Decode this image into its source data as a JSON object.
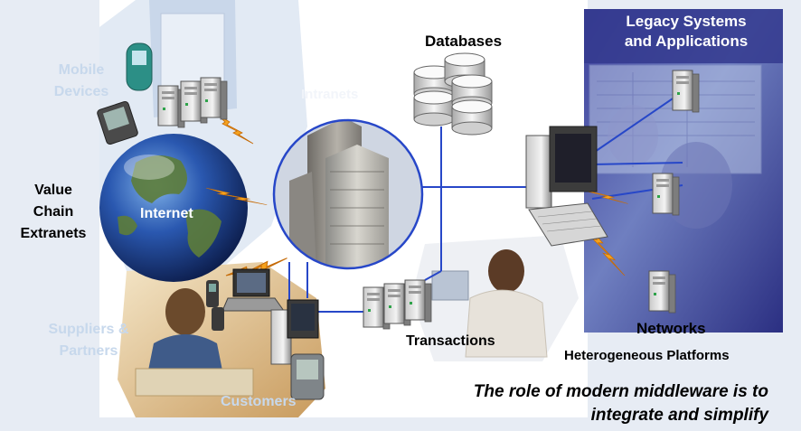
{
  "labels": {
    "databases": "Databases",
    "legacy_line1": "Legacy Systems",
    "legacy_line2": "and Applications",
    "mobile_line1": "Mobile",
    "mobile_line2": "Devices",
    "intranets": "Intranets",
    "value_chain_line1": "Value",
    "value_chain_line2": "Chain",
    "value_chain_line3": "Extranets",
    "internet": "Internet",
    "suppliers_line1": "Suppliers &",
    "suppliers_line2": "Partners",
    "transactions": "Transactions",
    "networks": "Networks",
    "heterogeneous": "Heterogeneous Platforms",
    "customers": "Customers",
    "caption_line1": "The role of modern middleware is to",
    "caption_line2": "integrate and simplify"
  },
  "colors": {
    "page_background": "#e7ecf4",
    "legacy_panel": "#3a3f95",
    "network_lines": "#2747c8",
    "lightning": "#f5a21e",
    "faded_label": "#c7d8ec"
  }
}
